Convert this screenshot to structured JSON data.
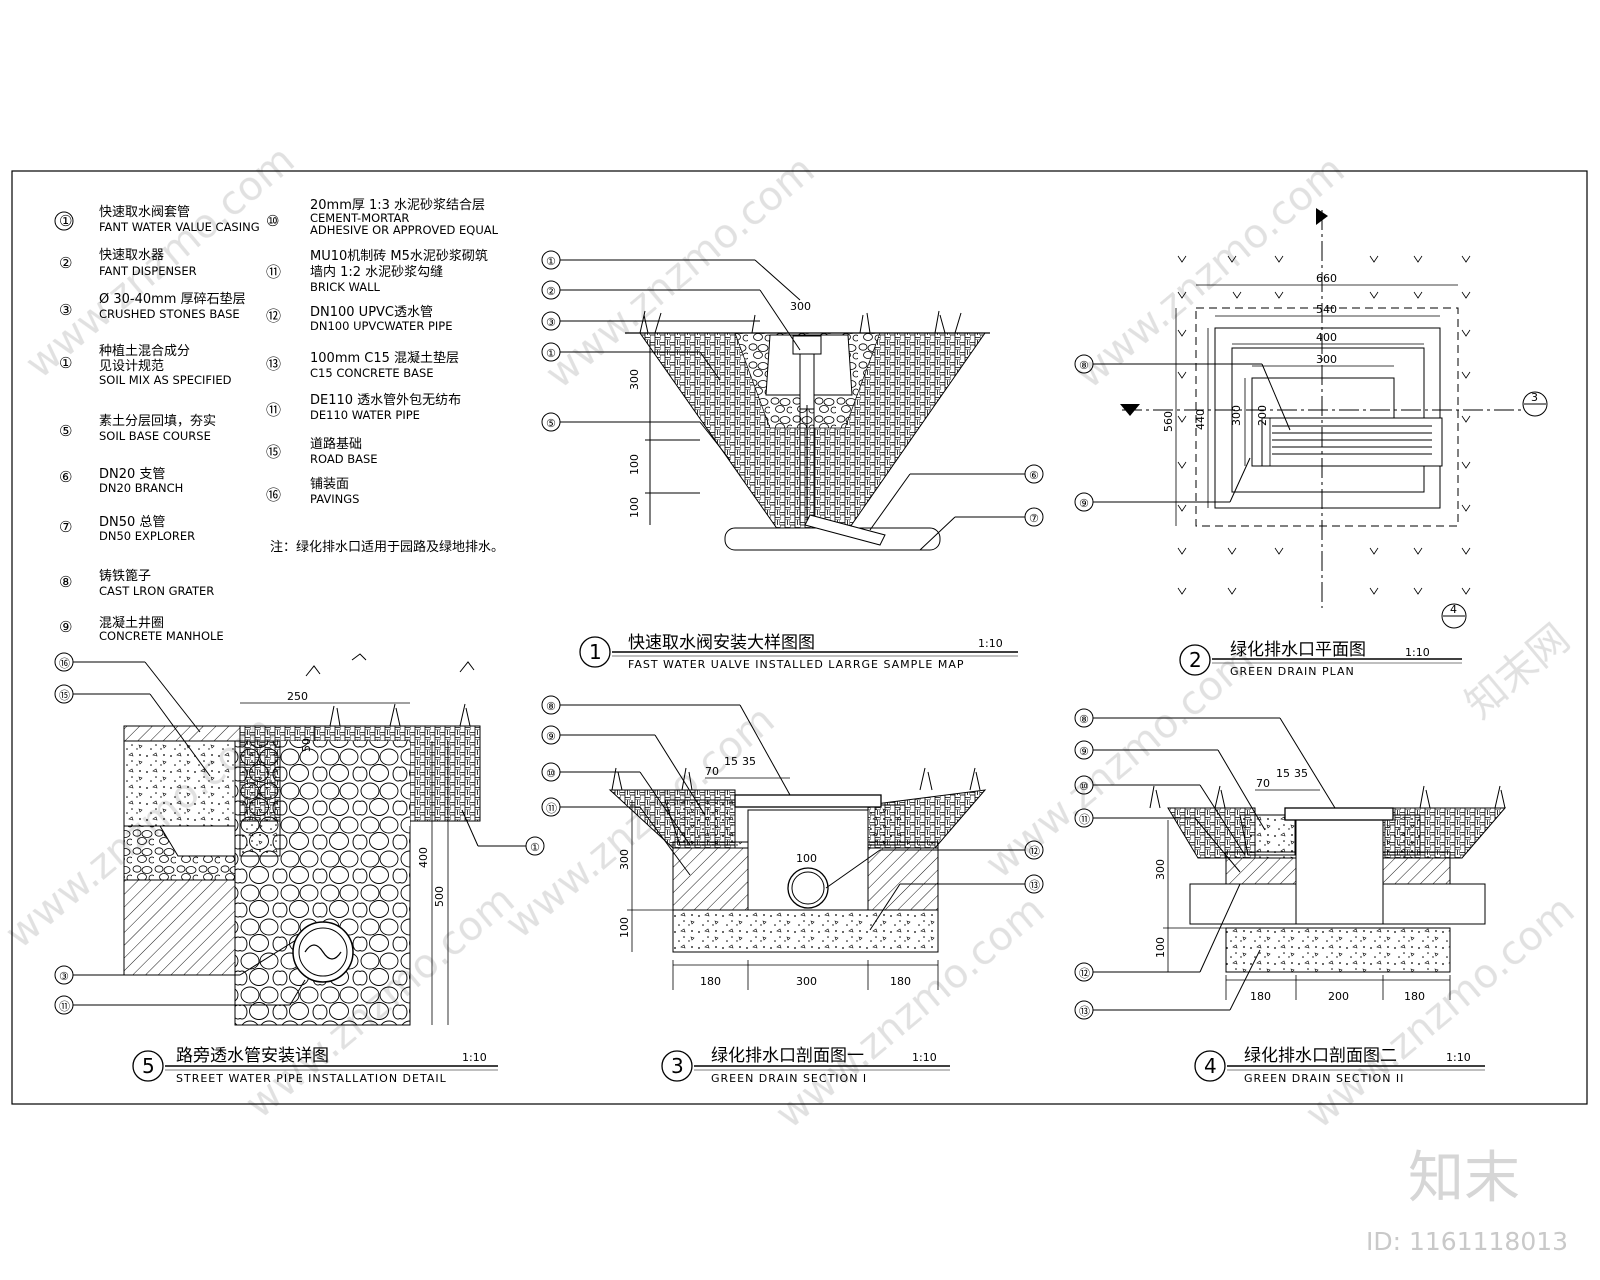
{
  "legend": [
    {
      "num": "①",
      "cn": "快速取水阀套管",
      "en": "FANT WATER VALUE CASING"
    },
    {
      "num": "②",
      "cn": "快速取水器",
      "en": "FANT DISPENSER"
    },
    {
      "num": "③",
      "cn": "Ø 30-40mm 厚碎石垫层",
      "en": "CRUSHED STONES BASE"
    },
    {
      "num": "①",
      "cn": "种植土混合成分",
      "cn2": "见设计规范",
      "en": "SOIL MIX AS SPECIFIED"
    },
    {
      "num": "⑤",
      "cn": "素土分层回填，夯实",
      "en": "SOIL BASE COURSE"
    },
    {
      "num": "⑥",
      "cn": "DN20 支管",
      "en": "DN20 BRANCH"
    },
    {
      "num": "⑦",
      "cn": "DN50 总管",
      "en": "DN50 EXPLORER"
    },
    {
      "num": "⑧",
      "cn": "铸铁篦子",
      "en": "CAST LRON GRATER"
    },
    {
      "num": "⑨",
      "cn": "混凝土井圈",
      "en": "CONCRETE MANHOLE"
    },
    {
      "num": "⑩",
      "cn": "20mm厚   1:3 水泥砂浆结合层",
      "en": "CEMENT-MORTAR",
      "en2": "ADHESIVE OR APPROVED EQUAL"
    },
    {
      "num": "⑪",
      "cn": "MU10机制砖         M5水泥砂浆砌筑",
      "cn2": "墙内   1:2 水泥砂浆勾缝",
      "en": "BRICK WALL"
    },
    {
      "num": "⑫",
      "cn": "DN100 UPVC透水管",
      "en": "DN100 UPVCWATER PIPE"
    },
    {
      "num": "⑬",
      "cn": "100mm  C15        混凝土垫层",
      "en": "C15 CONCRETE BASE"
    },
    {
      "num": "⑪",
      "cn": "DE110 透水管外包无纺布",
      "en": "DE110  WATER PIPE"
    },
    {
      "num": "⑮",
      "cn": "道路基础",
      "en": "ROAD BASE"
    },
    {
      "num": "⑯",
      "cn": "铺装面",
      "en": "PAVINGS"
    }
  ],
  "note": "注：绿化排水口适用于园路及绿地排水。",
  "drawings": {
    "d1": {
      "num": "1",
      "title_cn": "快速取水阀安装大样图图",
      "title_en": "FAST WATER UALVE INSTALLED LARRGE SAMPLE MAP",
      "scale": "1:10",
      "dims": [
        "300",
        "300",
        "100",
        "100"
      ],
      "tags": [
        "①",
        "②",
        "③",
        "①",
        "⑤",
        "⑥",
        "⑦"
      ]
    },
    "d2": {
      "num": "2",
      "title_cn": "绿化排水口平面图",
      "title_en": "GREEN DRAIN PLAN",
      "scale": "1:10",
      "dims": [
        "660",
        "540",
        "400",
        "300",
        "560",
        "440",
        "300",
        "200"
      ],
      "tags": [
        "⑧",
        "⑨"
      ],
      "sec_top": "3",
      "sec_bot": "4"
    },
    "d3": {
      "num": "3",
      "title_cn": "绿化排水口剖面图一",
      "title_en": "GREEN DRAIN SECTION I",
      "scale": "1:10",
      "dims": [
        "70",
        "15",
        "35",
        "100",
        "300",
        "100",
        "180",
        "300",
        "180"
      ],
      "tags": [
        "⑧",
        "⑨",
        "⑩",
        "⑪",
        "⑫",
        "⑬"
      ]
    },
    "d4": {
      "num": "4",
      "title_cn": "绿化排水口剖面图二",
      "title_en": "GREEN DRAIN SECTION II",
      "scale": "1:10",
      "dims": [
        "70",
        "15",
        "35",
        "300",
        "100",
        "180",
        "200",
        "180"
      ],
      "tags": [
        "⑧",
        "⑨",
        "⑩",
        "⑪",
        "⑫",
        "⑬"
      ]
    },
    "d5": {
      "num": "5",
      "title_cn": "路旁透水管安装详图",
      "title_en": "STREET WATER PIPE INSTALLATION  DETAIL",
      "scale": "1:10",
      "dims": [
        "250",
        "50",
        "400",
        "500"
      ],
      "tags": [
        "⑯",
        "⑮",
        "①",
        "③",
        "⑪"
      ]
    }
  },
  "watermark": {
    "logo": "知末",
    "id": "ID: 1161118013",
    "site": "www.znzmo.com",
    "brand": "知末网"
  }
}
